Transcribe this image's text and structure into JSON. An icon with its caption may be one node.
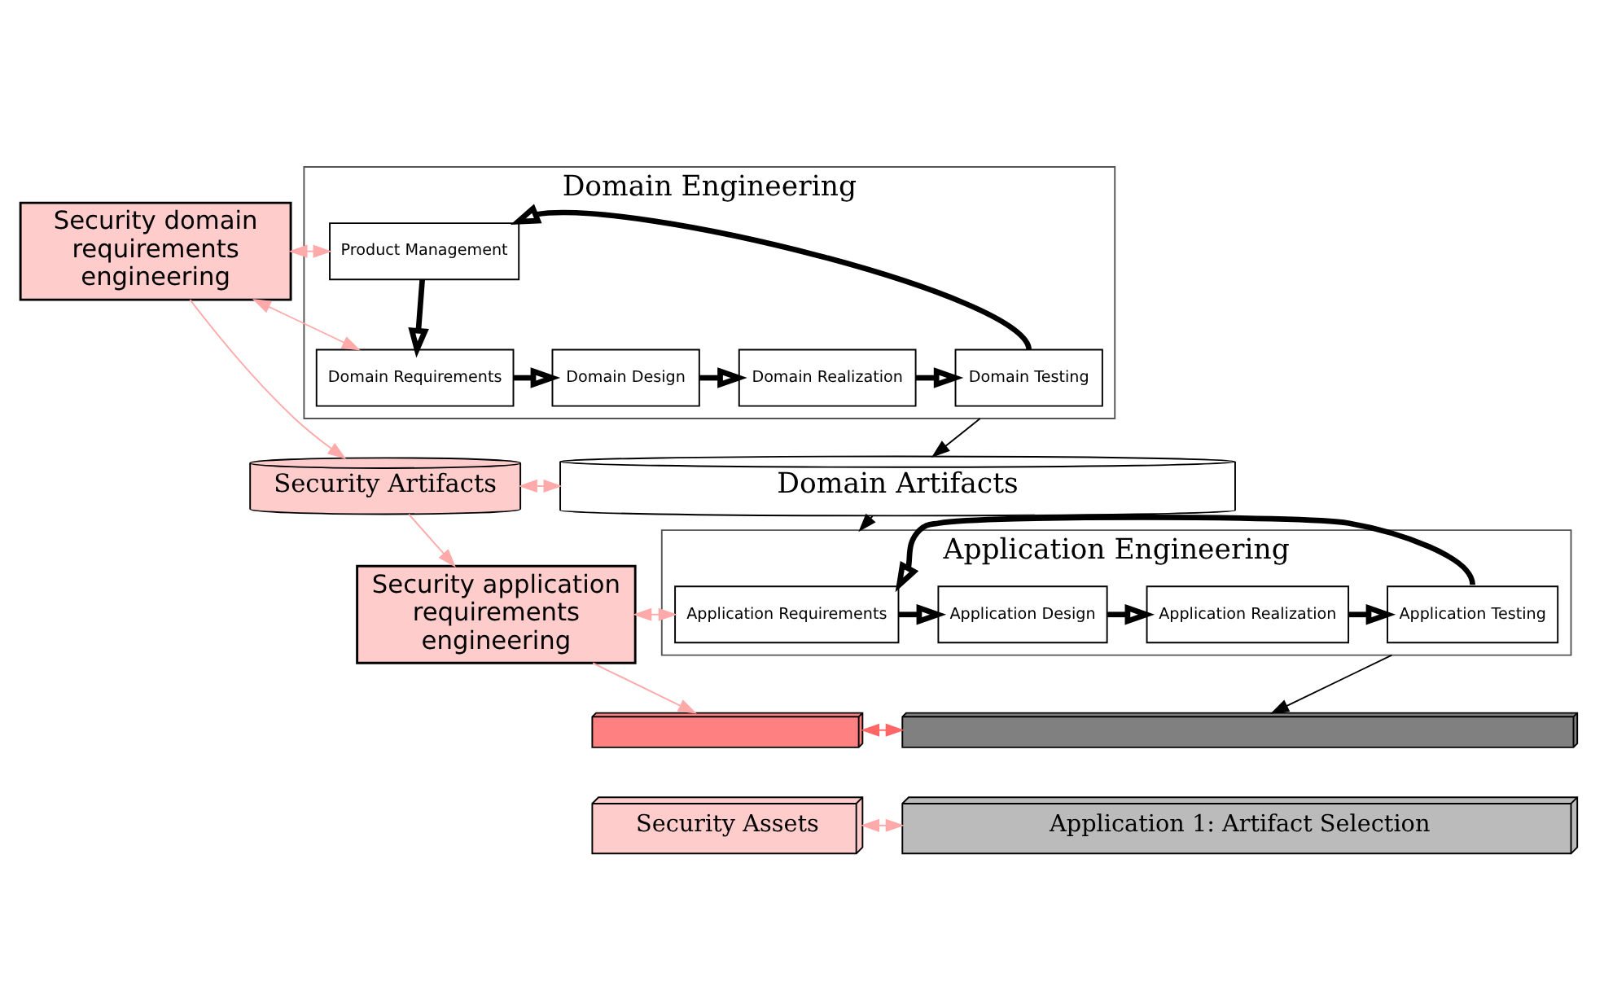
{
  "diagram": {
    "nodes": [
      {
        "text": [
          "Security domain requirements engineering"
        ]
      },
      {
        "text": [
          "Domain Engineering"
        ]
      },
      {
        "text": [
          "Product Management"
        ],
        "in": 1
      },
      {
        "text": [
          "Domain Requirements"
        ],
        "in": 1
      },
      {
        "text": [
          "Domain Design"
        ],
        "in": 1
      },
      {
        "text": [
          "Domain Realization"
        ],
        "in": 1
      },
      {
        "text": [
          "Domain Testing"
        ],
        "in": 1
      },
      {
        "text": [
          "Security Artifacts"
        ]
      },
      {
        "text": [
          "Domain Artifacts"
        ]
      },
      {
        "text": [
          "Security application requirements engineering"
        ]
      },
      {
        "text": [
          "Application Engineering"
        ]
      },
      {
        "text": [
          "Application Requirements"
        ],
        "in": 10
      },
      {
        "text": [
          "Application Design"
        ],
        "in": 10
      },
      {
        "text": [
          "Application Realization"
        ],
        "in": 10
      },
      {
        "text": [
          "Application Testing"
        ],
        "in": 10
      },
      {
        "text": [],
        "shape": "box"
      },
      {
        "text": [
          "Security Assets"
        ]
      },
      {
        "text": [],
        "shape": "box"
      },
      {
        "text": [
          "Application 1: Artifact Selection"
        ]
      }
    ],
    "edges": [
      {
        "from": 0,
        "to": 2,
        "arrow": "both",
        "color": "#ffaaaa"
      },
      {
        "from": 0,
        "to": 3,
        "arrow": "both",
        "color": "#ffaaaa"
      },
      {
        "from": 2,
        "to": 3,
        "arrow": "to",
        "style": "thick",
        "color": "#000000"
      },
      {
        "from": 3,
        "to": 4,
        "arrow": "to",
        "style": "thick",
        "color": "#000000"
      },
      {
        "from": 4,
        "to": 5,
        "arrow": "to",
        "style": "thick",
        "color": "#000000"
      },
      {
        "from": 5,
        "to": 6,
        "arrow": "to",
        "style": "thick",
        "color": "#000000"
      },
      {
        "from": 6,
        "to": 2,
        "arrow": "to",
        "style": "thick",
        "color": "#000000"
      },
      {
        "from": 0,
        "to": 7,
        "arrow": "to",
        "color": "#ffaaaa"
      },
      {
        "from": 1,
        "to": 8,
        "arrow": "to",
        "color": "#000000"
      },
      {
        "from": 7,
        "to": 8,
        "arrow": "both",
        "color": "#ffaaaa"
      },
      {
        "from": 7,
        "to": 9,
        "arrow": "to",
        "color": "#ffaaaa"
      },
      {
        "from": 8,
        "to": 10,
        "arrow": "to",
        "color": "#000000"
      },
      {
        "from": 9,
        "to": 11,
        "arrow": "both",
        "color": "#ffaaaa"
      },
      {
        "from": 11,
        "to": 12,
        "arrow": "to",
        "style": "thick",
        "color": "#000000"
      },
      {
        "from": 12,
        "to": 13,
        "arrow": "to",
        "style": "thick",
        "color": "#000000"
      },
      {
        "from": 13,
        "to": 14,
        "arrow": "to",
        "style": "thick",
        "color": "#000000"
      },
      {
        "from": 14,
        "to": 11,
        "arrow": "to",
        "style": "thick",
        "color": "#000000"
      },
      {
        "from": 9,
        "to": 15,
        "arrow": "to",
        "color": "#ffaaaa"
      },
      {
        "from": 10,
        "to": 17,
        "arrow": "to",
        "color": "#000000"
      },
      {
        "from": 15,
        "to": 17,
        "arrow": "both",
        "color": "#ff6666"
      },
      {
        "from": 16,
        "to": 18,
        "arrow": "both",
        "color": "#ffaaaa"
      }
    ]
  }
}
